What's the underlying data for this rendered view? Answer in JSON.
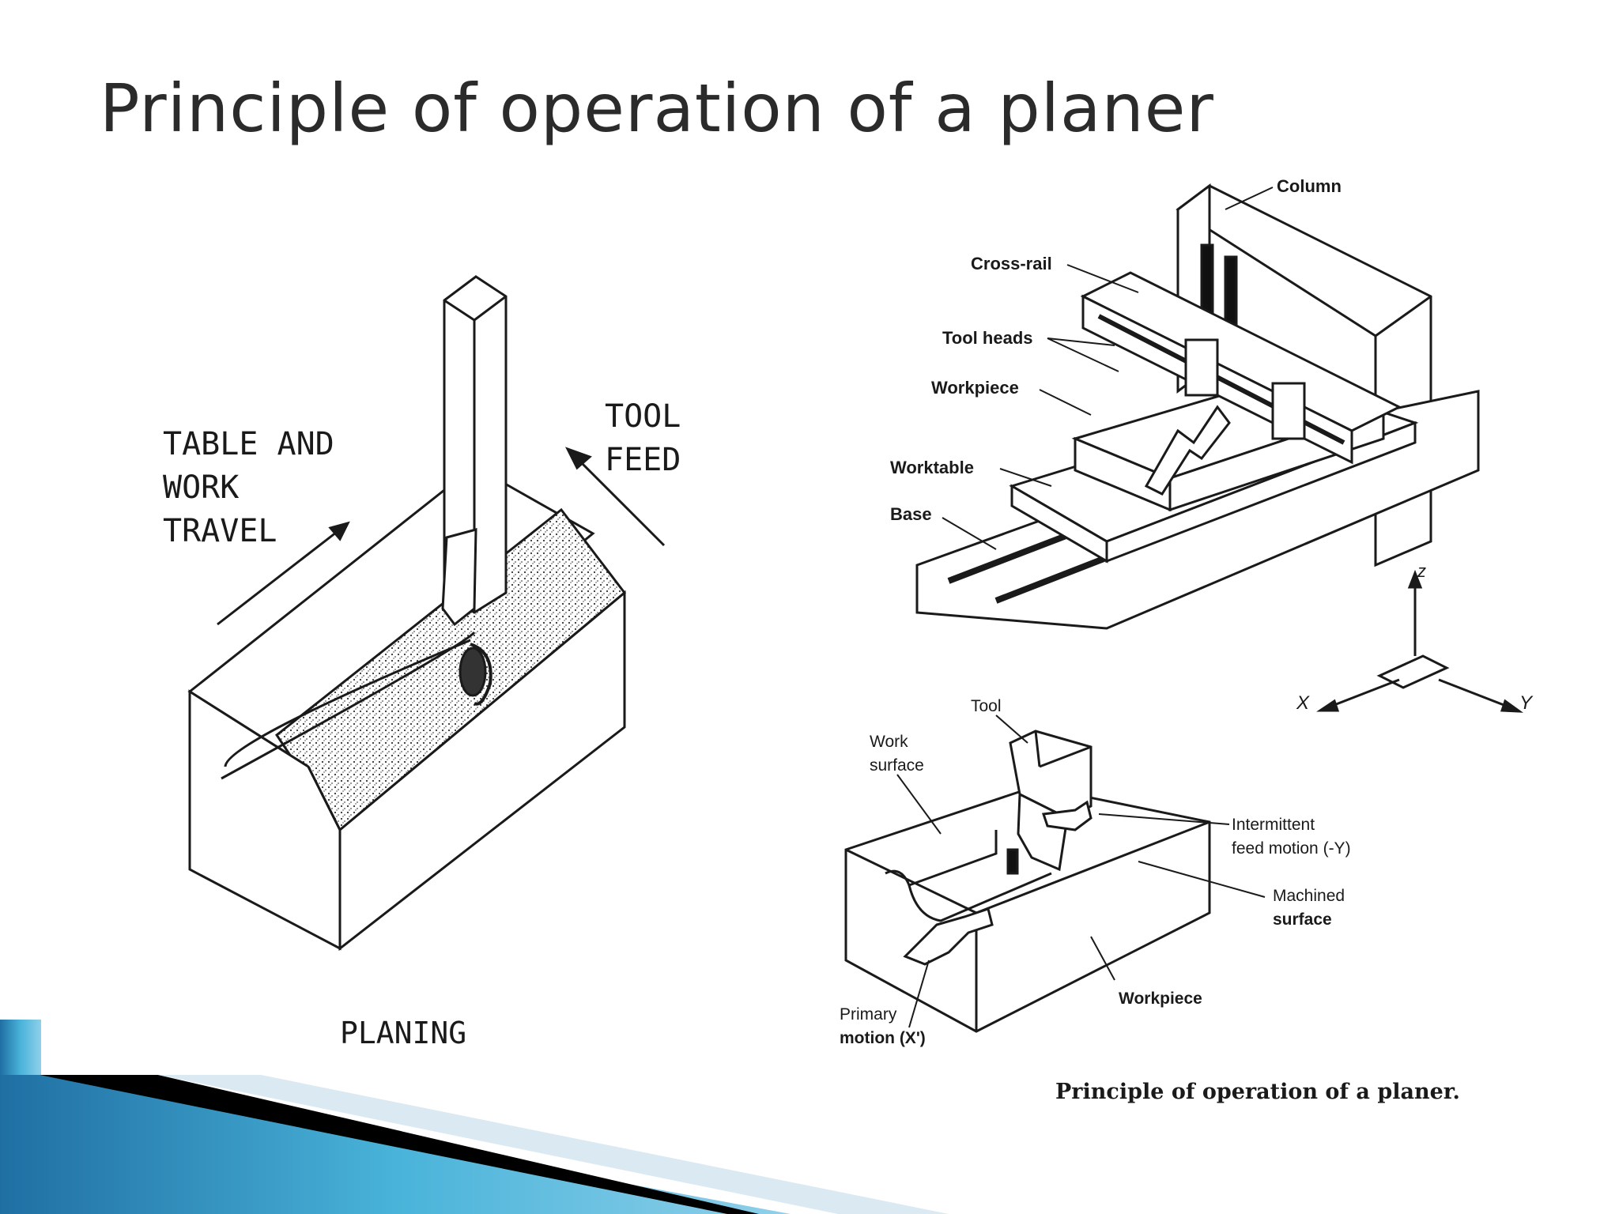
{
  "slide": {
    "title": "Principle of operation of a planer"
  },
  "planing_figure": {
    "label_table_line1": "TABLE  AND",
    "label_table_line2": "WORK",
    "label_table_line3": "TRAVEL",
    "label_tool_line1": "TOOL",
    "label_tool_line2": "FEED",
    "caption": "PLANING"
  },
  "planer_machine_figure": {
    "labels": {
      "column": "Column",
      "cross_rail": "Cross-rail",
      "tool_heads": "Tool heads",
      "workpiece": "Workpiece",
      "worktable": "Worktable",
      "base": "Base"
    },
    "axes": {
      "z": "z",
      "x": "X",
      "y": "Y"
    }
  },
  "operation_figure": {
    "labels": {
      "tool": "Tool",
      "work_surface_line1": "Work",
      "work_surface_line2": "surface",
      "intermittent_line1": "Intermittent",
      "intermittent_line2": "feed motion (-Y)",
      "machined_line1": "Machined",
      "machined_line2": "surface",
      "workpiece": "Workpiece",
      "primary_line1": "Primary",
      "primary_line2": "motion (X')"
    },
    "caption": "Principle of operation of a planer."
  },
  "theme": {
    "title_color": "#2b2b2b",
    "footer_blue": "#2e8fc2",
    "footer_light": "#dbe9f3",
    "footer_black": "#000000"
  }
}
